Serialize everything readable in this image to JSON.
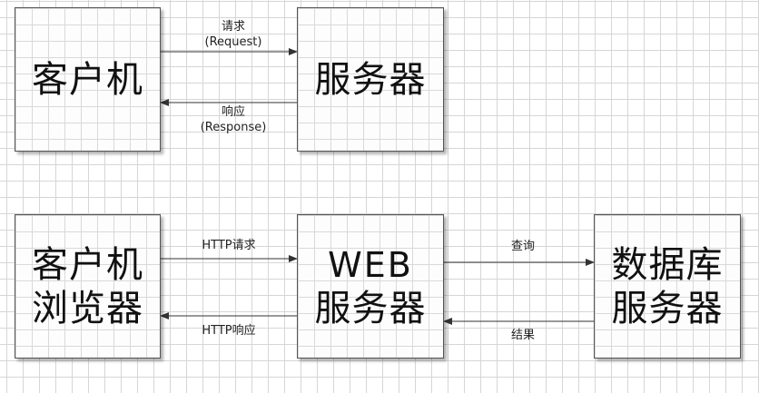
{
  "top": {
    "client_box": "客户机",
    "server_box": "服务器",
    "request_label": "请求",
    "request_label_en": "(Request)",
    "response_label": "响应",
    "response_label_en": "(Response)"
  },
  "bottom": {
    "browser_box_line1": "客户机",
    "browser_box_line2": "浏览器",
    "web_box_line1": "WEB",
    "web_box_line2": "服务器",
    "db_box_line1": "数据库",
    "db_box_line2": "服务器",
    "http_request_label": "HTTP请求",
    "http_response_label": "HTTP响应",
    "query_label": "查询",
    "result_label": "结果"
  }
}
